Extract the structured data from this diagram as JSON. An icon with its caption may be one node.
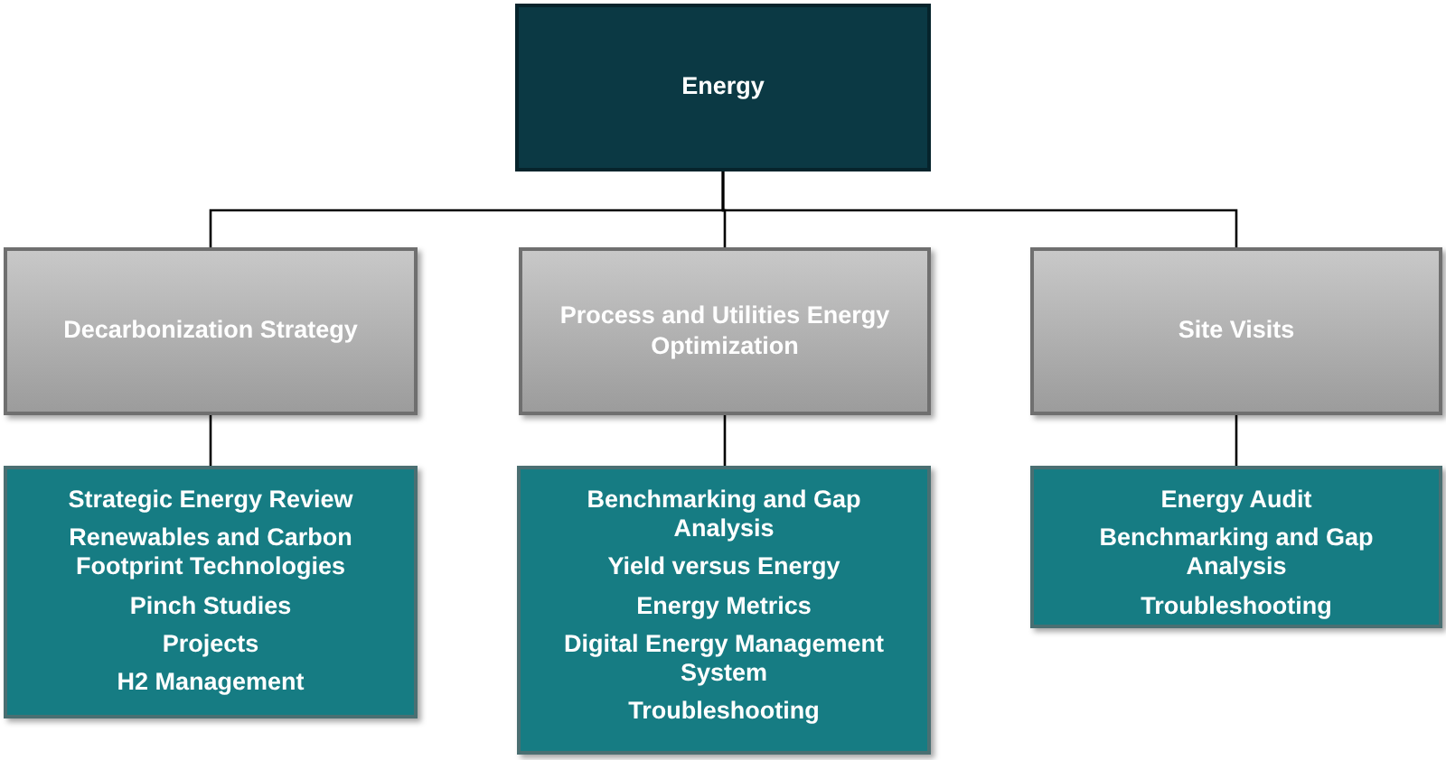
{
  "diagram": {
    "nodes": [
      {
        "text": [
          "Energy"
        ]
      },
      {
        "text": [
          "Decarbonization Strategy"
        ]
      },
      {
        "text": [
          "Process and Utilities Energy Optimization"
        ]
      },
      {
        "text": [
          "Site Visits"
        ]
      },
      {
        "text": [
          "Strategic Energy Review",
          "Renewables and Carbon Footprint Technologies",
          "Pinch Studies",
          "Projects",
          "H2 Management"
        ]
      },
      {
        "text": [
          "Benchmarking and Gap Analysis",
          "Yield versus Energy",
          "Energy Metrics",
          "Digital Energy Management System",
          "Troubleshooting"
        ]
      },
      {
        "text": [
          "Energy Audit",
          "Benchmarking and Gap Analysis",
          "Troubleshooting"
        ]
      }
    ],
    "edges": [
      {
        "from": 0,
        "to": 1,
        "arrow": "none"
      },
      {
        "from": 0,
        "to": 2,
        "arrow": "none"
      },
      {
        "from": 0,
        "to": 3,
        "arrow": "none"
      },
      {
        "from": 1,
        "to": 4,
        "arrow": "none"
      },
      {
        "from": 2,
        "to": 5,
        "arrow": "none"
      },
      {
        "from": 3,
        "to": 6,
        "arrow": "none"
      }
    ]
  }
}
